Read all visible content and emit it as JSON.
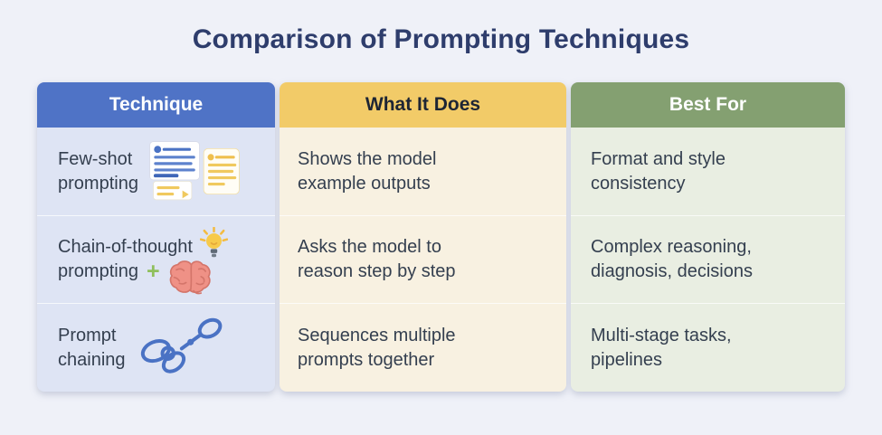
{
  "page": {
    "title": "Comparison of Prompting Techniques"
  },
  "colors": {
    "page_background": "#eff1f8",
    "title_text": "#2e3d6c",
    "body_text": "#343f4f",
    "technique_header_bg": "#4f73c6",
    "what_header_bg": "#f2cb68",
    "best_header_bg": "#84a071",
    "technique_cell_bg": "#dee4f4",
    "what_cell_bg": "#f8f1e1",
    "best_cell_bg": "#e9eee2",
    "plus_sign_green": "#8fbf5c",
    "chain_icon_blue": "#4a72c4",
    "bulb_icon_yellow": "#f7ca4a",
    "brain_icon_pink": "#ef9186"
  },
  "table": {
    "columns": [
      {
        "label": "Technique"
      },
      {
        "label": "What It Does"
      },
      {
        "label": "Best For"
      }
    ],
    "rows": [
      {
        "technique_lines": [
          "Few-shot",
          "prompting"
        ],
        "technique_icon": "example-documents-icon",
        "what_it_does_lines": [
          "Shows the model",
          "example outputs"
        ],
        "best_for_lines": [
          "Format and style",
          "consistency"
        ]
      },
      {
        "technique_lines": [
          "Chain-of-thought",
          "prompting"
        ],
        "plus_sign": "+",
        "technique_icons": [
          "lightbulb-icon",
          "brain-icon"
        ],
        "what_it_does_lines": [
          "Asks the model to",
          "reason step by step"
        ],
        "best_for_lines": [
          "Complex reasoning,",
          "diagnosis, decisions"
        ]
      },
      {
        "technique_lines": [
          "Prompt",
          "chaining"
        ],
        "technique_icon": "chain-links-icon",
        "what_it_does_lines": [
          "Sequences multiple",
          "prompts together"
        ],
        "best_for_lines": [
          "Multi-stage tasks,",
          "pipelines"
        ]
      }
    ]
  }
}
